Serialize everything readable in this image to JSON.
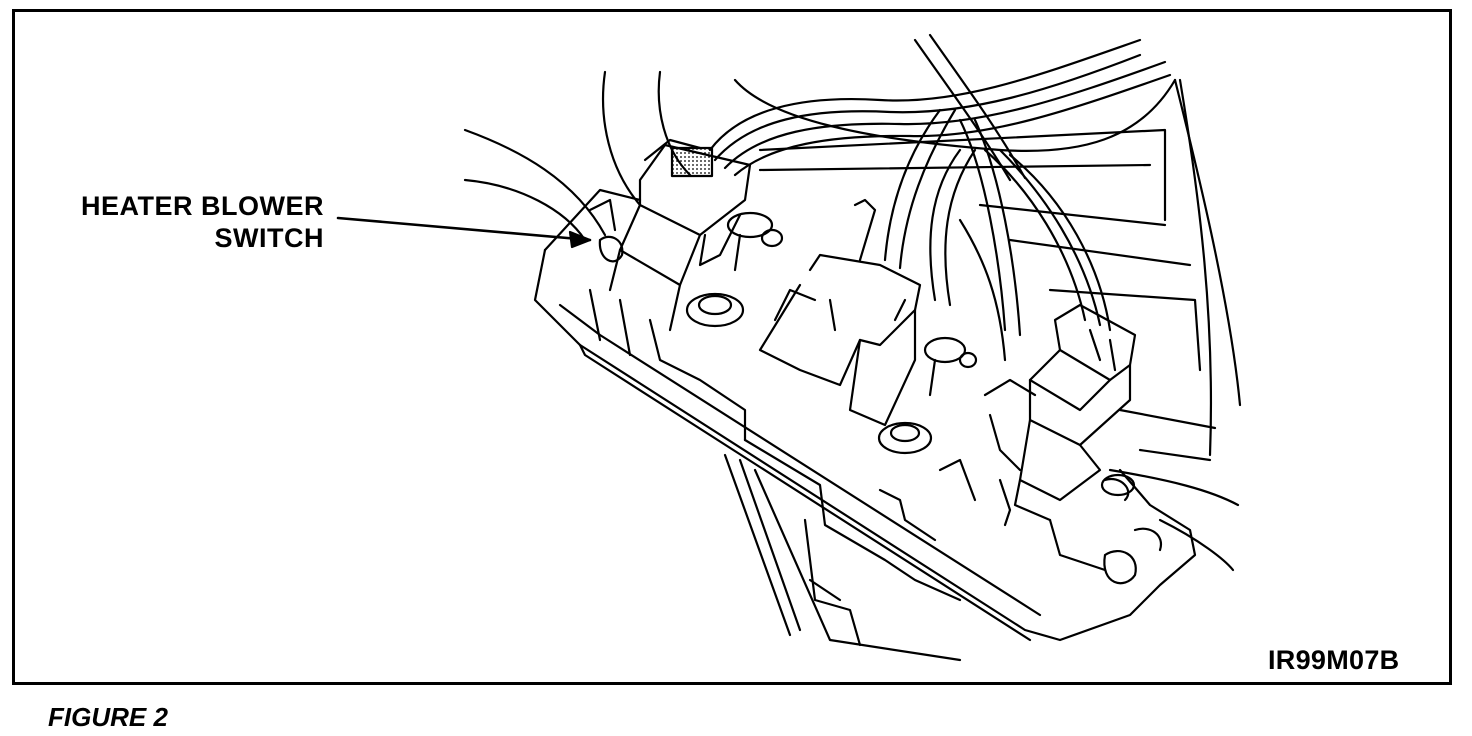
{
  "callout": {
    "line1": "HEATER BLOWER",
    "line2": "SWITCH"
  },
  "figure_code": "IR99M07B",
  "caption": "FIGURE 2",
  "colors": {
    "ink": "#000000",
    "paper": "#ffffff"
  }
}
